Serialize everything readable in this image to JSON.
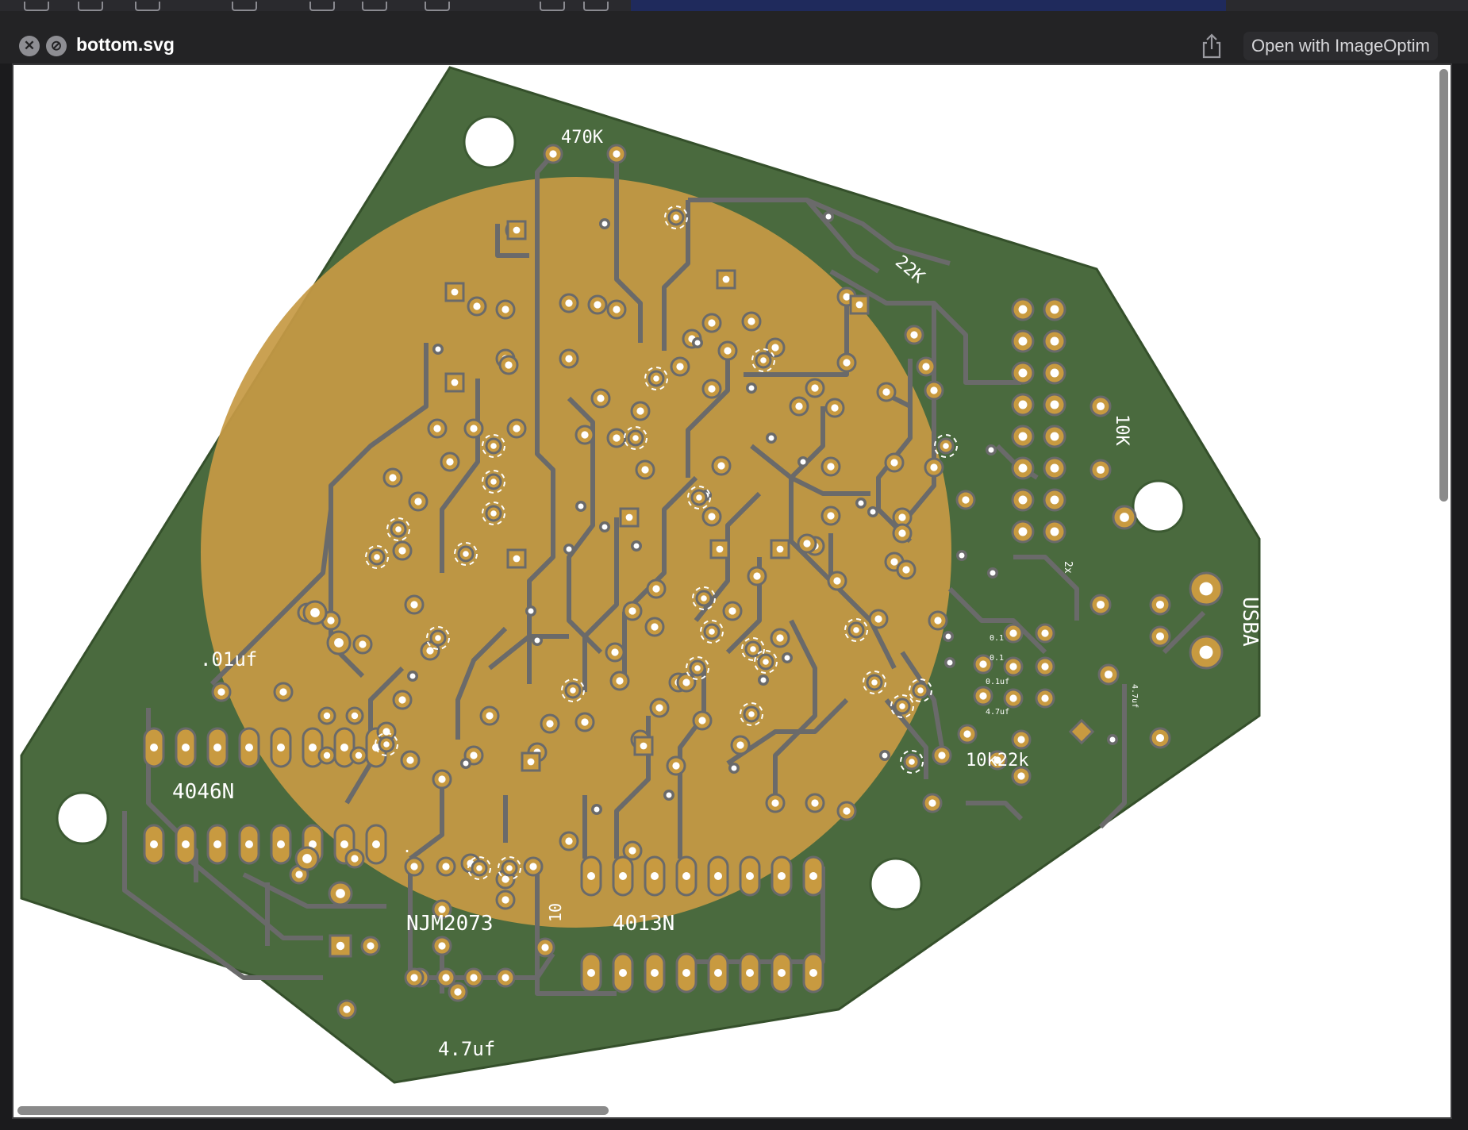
{
  "window": {
    "filename": "bottom.svg",
    "open_button_label": "Open with ImageOptim"
  },
  "board": {
    "silkscreen_labels": {
      "r_470k": "470K",
      "r_22k": "22K",
      "r_10k_right": "10K",
      "cap_01uf": ".01uf",
      "ic_4046n": "4046N",
      "ic_njm2073": "NJM2073",
      "r_10_vertical": "10",
      "ic_4013n": "4013N",
      "cap_47uf": "4.7uf",
      "r_10k22k": "10k22k",
      "conn_usba": "USBA",
      "tiny_2x": "2x",
      "tiny_01a": "0.1",
      "tiny_01b": "0.1",
      "tiny_01c": "0.1uf",
      "tiny_47": "4.7uf",
      "tiny_dot": "."
    },
    "colors": {
      "soldermask": "#4a6a3e",
      "copper_fill": "#c69a45",
      "trace": "#6a6a6a",
      "pad": "#c89a40",
      "background": "#ffffff"
    }
  }
}
